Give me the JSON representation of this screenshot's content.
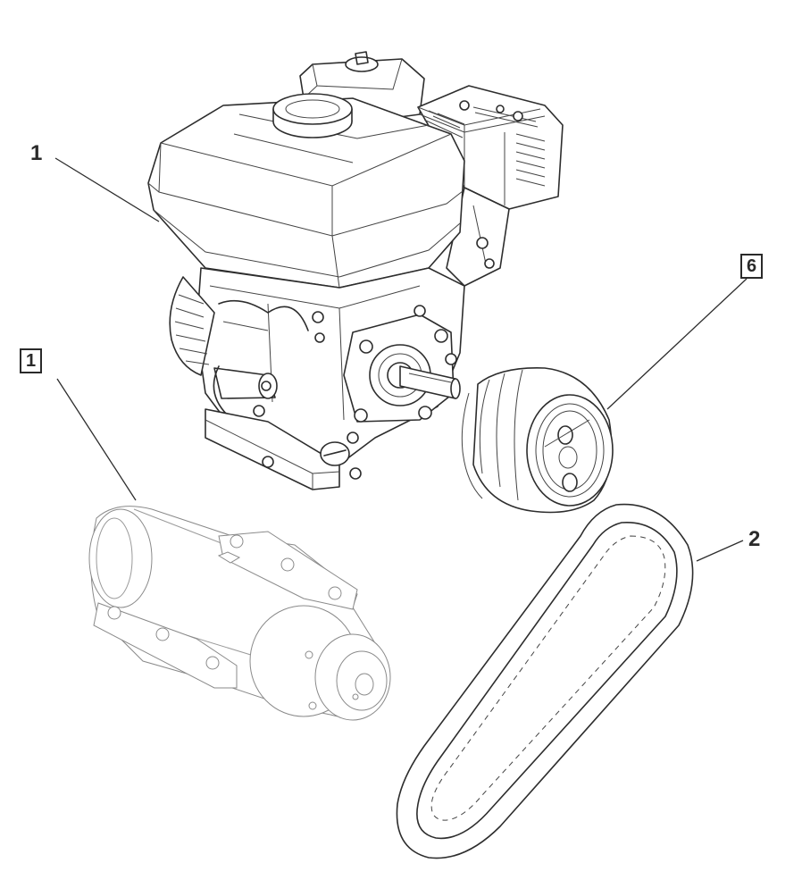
{
  "callouts": {
    "engine": "1",
    "belt": "2",
    "pump_boxed": "1",
    "pulley_boxed": "6"
  }
}
